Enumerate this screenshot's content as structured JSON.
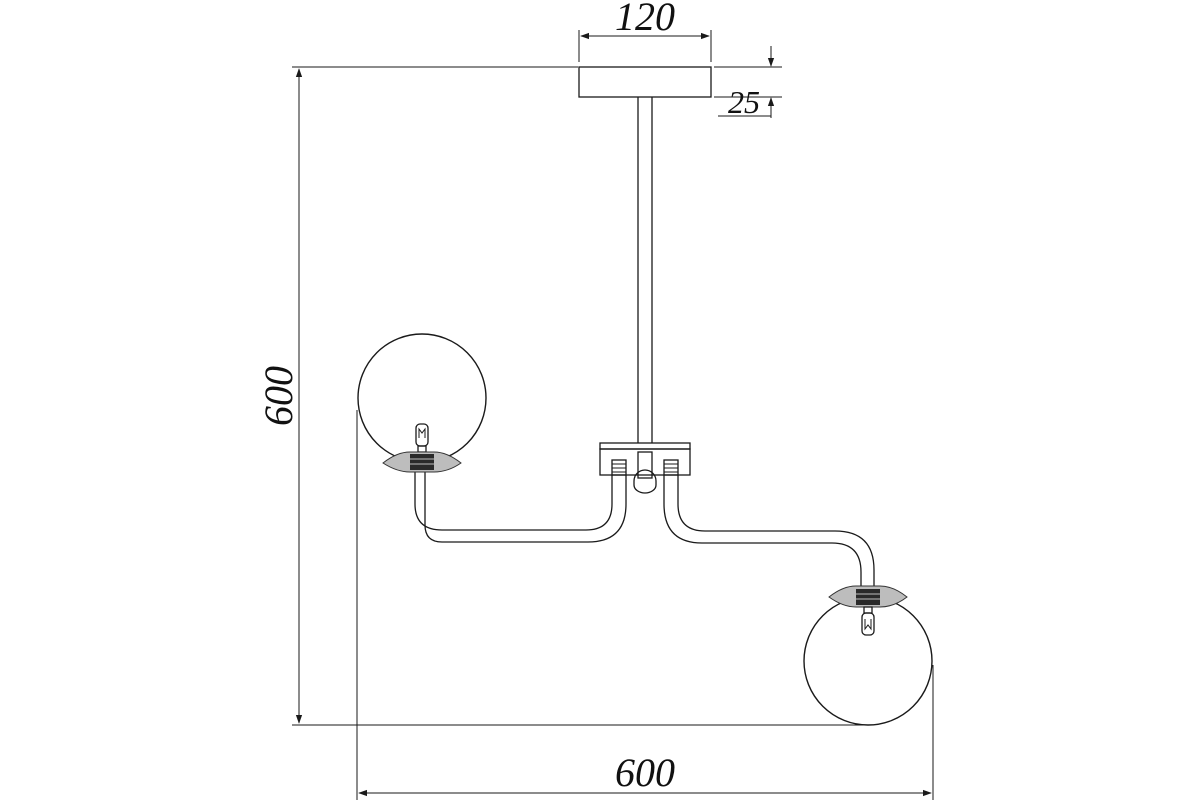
{
  "dimensions": {
    "canopy_width": "120",
    "canopy_height": "25",
    "overall_height": "600",
    "overall_width": "600"
  },
  "colors": {
    "line": "#1a1a1a",
    "holder_fill": "#bdbdbd",
    "background": "#ffffff"
  }
}
